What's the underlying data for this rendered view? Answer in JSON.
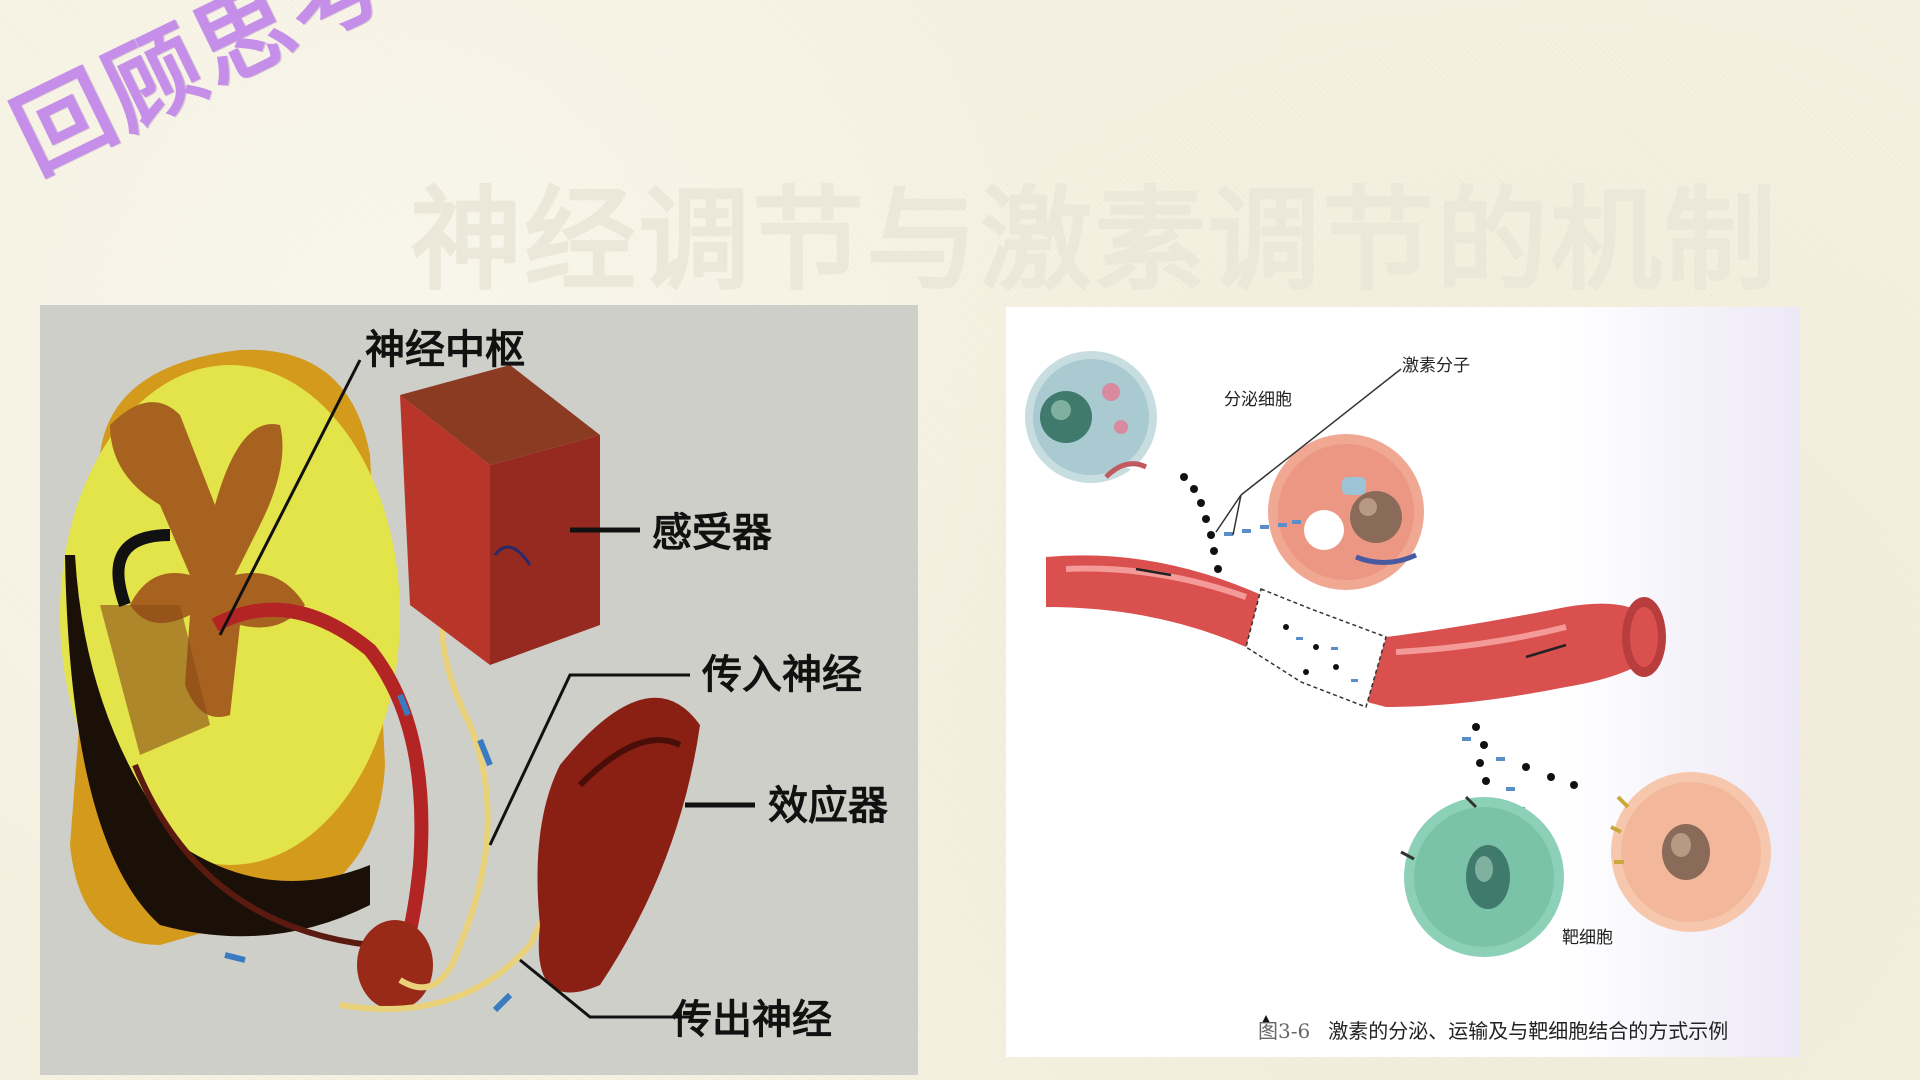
{
  "review_tag": "回顾思考",
  "slide_title": "神经调节与激素调节的机制",
  "reflex_arc": {
    "label_center": "神经中枢",
    "label_receptor": "感受器",
    "label_afferent": "传入神经",
    "label_effector": "效应器",
    "label_efferent": "传出神经"
  },
  "hormone_figure": {
    "label_secretory_cell": "分泌细胞",
    "label_hormone_molecule": "激素分子",
    "label_target_cell": "靶细胞",
    "caption_number": "图3-6",
    "caption_text": "激素的分泌、运输及与靶细胞结合的方式示例"
  },
  "colors": {
    "review_tag": "#c58ee8",
    "title": "#ece8d9",
    "background": "#f6f2e2",
    "blood_vessel": "#d9504f"
  }
}
